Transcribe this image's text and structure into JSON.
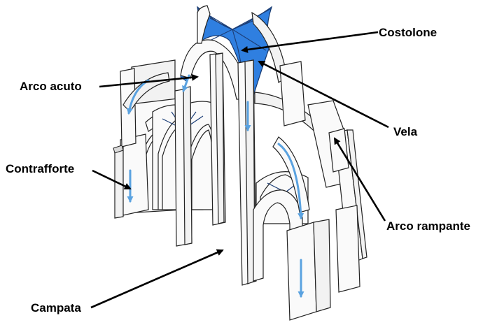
{
  "labels": {
    "costolone": "Costolone",
    "arco_acuto": "Arco acuto",
    "vela": "Vela",
    "contrafforte": "Contrafforte",
    "arco_rampante": "Arco rampante",
    "campata": "Campata"
  },
  "colors": {
    "vault_blue": "#2f7fe0",
    "thrust_arrow_blue": "#5aa2e0",
    "pointer_black": "#000000"
  }
}
